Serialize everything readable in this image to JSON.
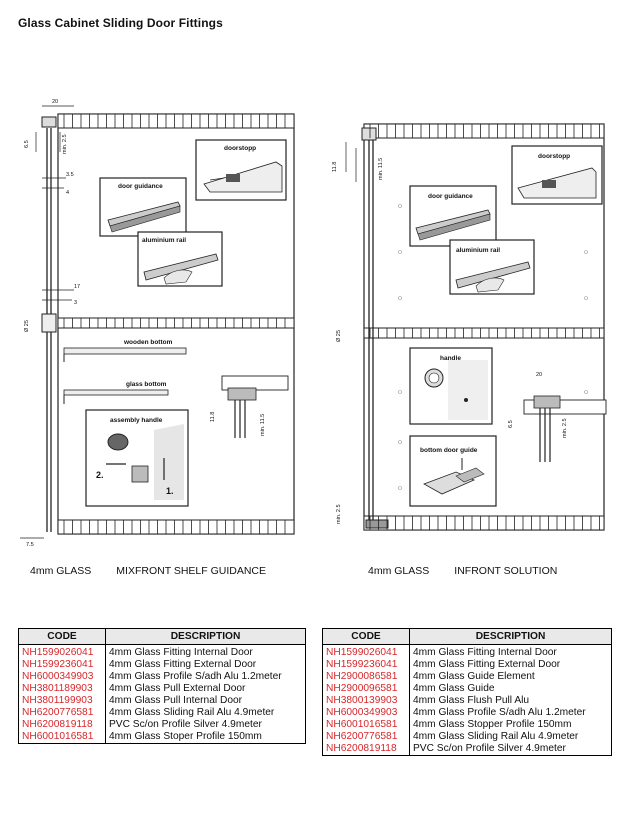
{
  "page": {
    "title": "Glass Cabinet Sliding Door Fittings"
  },
  "left_drawing": {
    "labels": {
      "doorstopp": "doorstopp",
      "door_guidance": "door guidance",
      "aluminium_rail": "aluminium rail",
      "wooden_bottom": "wooden bottom",
      "glass_bottom": "glass bottom",
      "assembly_handle": "assembly handle",
      "step_2": "2.",
      "step_1": "1."
    },
    "dimensions": {
      "d20": "20",
      "d65": "6.5",
      "d_min25": "min. 2.5",
      "d35": "3.5",
      "d4": "4",
      "d17": "17",
      "d3": "3",
      "d_dia25": "Ø 25",
      "d118": "11.8",
      "d_min115": "min. 11.5",
      "d75": "7.5"
    }
  },
  "right_drawing": {
    "labels": {
      "doorstopp": "doorstopp",
      "door_guidance": "door guidance",
      "aluminium_rail": "aluminium rail",
      "handle": "handle",
      "bottom_door_guide": "bottom door guide"
    },
    "dimensions": {
      "d118": "11.8",
      "d_min115": "min. 11.5",
      "d_dia25": "Ø 25",
      "d20": "20",
      "d65": "6.5",
      "d_min25": "min. 2.5",
      "d_min25_bottom": "min. 2.5"
    }
  },
  "captions": {
    "left": {
      "glass": "4mm GLASS",
      "solution": "MIXFRONT SHELF GUIDANCE"
    },
    "right": {
      "glass": "4mm GLASS",
      "solution": "INFRONT SOLUTION"
    }
  },
  "tables": {
    "left": {
      "headers": {
        "code": "CODE",
        "description": "DESCRIPTION"
      },
      "rows": [
        {
          "code": "NH1599026041",
          "description": "4mm Glass Fitting Internal Door"
        },
        {
          "code": "NH1599236041",
          "description": "4mm Glass Fitting External Door"
        },
        {
          "code": "NH6000349903",
          "description": "4mm Glass Profile S/adh Alu 1.2meter"
        },
        {
          "code": "NH3801189903",
          "description": "4mm Glass Pull External Door"
        },
        {
          "code": "NH3801199903",
          "description": "4mm Glass Pull Internal Door"
        },
        {
          "code": "NH6200776581",
          "description": "4mm Glass Sliding Rail Alu 4.9meter"
        },
        {
          "code": "NH6200819118",
          "description": "PVC Sc/on Profile Silver 4.9meter"
        },
        {
          "code": "NH6001016581",
          "description": "4mm Glass Stoper Profile 150mm"
        }
      ]
    },
    "right": {
      "headers": {
        "code": "CODE",
        "description": "DESCRIPTION"
      },
      "rows": [
        {
          "code": "NH1599026041",
          "description": "4mm Glass Fitting Internal Door"
        },
        {
          "code": "NH1599236041",
          "description": "4mm Glass Fitting External Door"
        },
        {
          "code": "NH2900086581",
          "description": "4mm Glass Guide Element"
        },
        {
          "code": "NH2900096581",
          "description": "4mm Glass Guide"
        },
        {
          "code": "NH3800139903",
          "description": "4mm Glass Flush Pull  Alu"
        },
        {
          "code": "NH6000349903",
          "description": "4mm Glass Profile S/adh Alu 1.2meter"
        },
        {
          "code": "NH6001016581",
          "description": "4mm Glass Stopper Profile 150mm"
        },
        {
          "code": "NH6200776581",
          "description": "4mm Glass Sliding Rail Alu 4.9meter"
        },
        {
          "code": "NH6200819118",
          "description": "PVC Sc/on Profile Silver 4.9meter"
        }
      ]
    }
  },
  "colors": {
    "code_text": "#d8262a",
    "header_bg": "#e9e9e9",
    "line": "#222222"
  }
}
